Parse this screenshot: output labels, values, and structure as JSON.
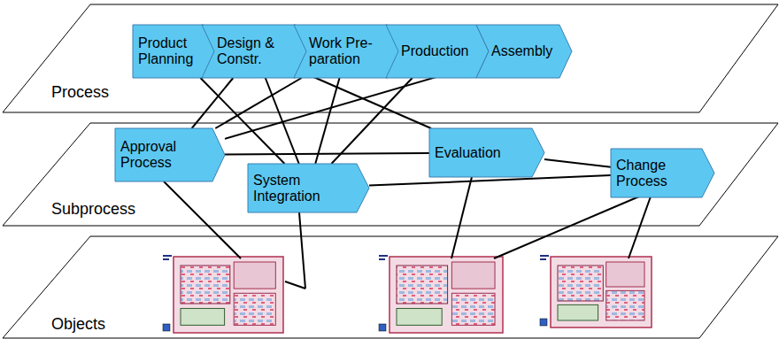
{
  "diagram": {
    "nodes": [
      {
        "text": [
          "Process"
        ]
      },
      {
        "text": [
          "Product Planning"
        ],
        "in": 0
      },
      {
        "text": [
          "Design & Constr."
        ],
        "in": 0
      },
      {
        "text": [
          "Work Pre-paration"
        ],
        "in": 0
      },
      {
        "text": [
          "Production"
        ],
        "in": 0
      },
      {
        "text": [
          "Assembly"
        ],
        "in": 0
      },
      {
        "text": [
          "Subprocess"
        ]
      },
      {
        "text": [
          "Approval Process"
        ],
        "in": 6
      },
      {
        "text": [
          "System Integration"
        ],
        "in": 6
      },
      {
        "text": [
          "Evaluation"
        ],
        "in": 6
      },
      {
        "text": [
          "Change Process"
        ],
        "in": 6
      },
      {
        "text": [
          "Objects"
        ]
      }
    ],
    "edges": [
      {
        "from": 1,
        "to": 8,
        "arrow": "none"
      },
      {
        "from": 2,
        "to": 7,
        "arrow": "none"
      },
      {
        "from": 2,
        "to": 8,
        "arrow": "none"
      },
      {
        "from": 2,
        "to": 9,
        "arrow": "none"
      },
      {
        "from": 3,
        "to": 7,
        "arrow": "none"
      },
      {
        "from": 3,
        "to": 8,
        "arrow": "none"
      },
      {
        "from": 4,
        "to": 8,
        "arrow": "none"
      },
      {
        "from": 5,
        "to": 7,
        "arrow": "none"
      },
      {
        "from": 7,
        "to": 9,
        "arrow": "none"
      },
      {
        "from": 8,
        "to": 10,
        "arrow": "none"
      },
      {
        "from": 9,
        "to": 10,
        "arrow": "none"
      }
    ]
  }
}
